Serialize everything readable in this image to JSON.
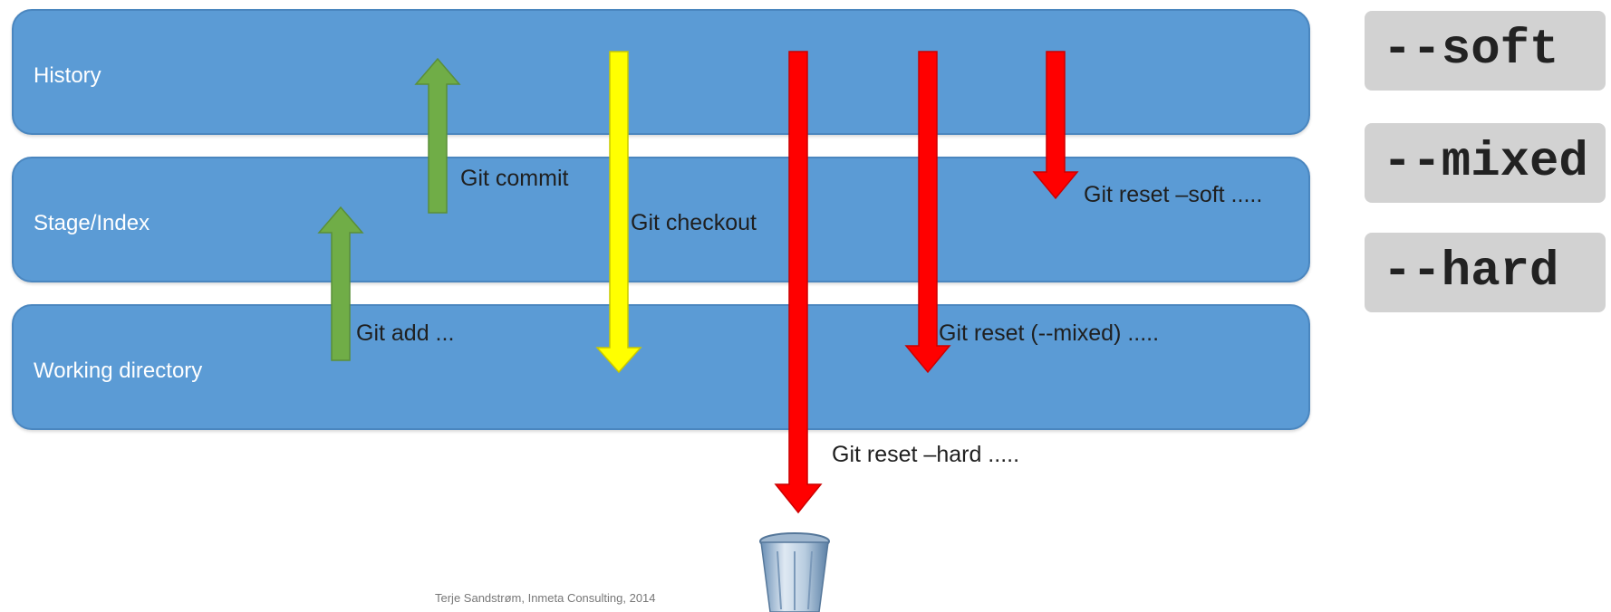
{
  "layers": {
    "history": "History",
    "stage": "Stage/Index",
    "working": "Working directory"
  },
  "commands": {
    "commit": "Git commit",
    "add": "Git add ...",
    "checkout": "Git checkout",
    "reset_soft": "Git reset –soft .....",
    "reset_mixed": "Git reset (--mixed) .....",
    "reset_hard": "Git reset –hard ....."
  },
  "modes": {
    "soft": "--soft",
    "mixed": "--mixed",
    "hard": "--hard"
  },
  "credit": "Terje Sandstrøm, Inmeta Consulting, 2014",
  "colors": {
    "layer": "#5b9bd5",
    "up_arrow": "#70ad47",
    "checkout_arrow": "#ffff00",
    "reset_arrow": "#ff0000",
    "mode_box": "#d2d2d2"
  },
  "icons": {
    "trash": "trash-can-icon"
  }
}
